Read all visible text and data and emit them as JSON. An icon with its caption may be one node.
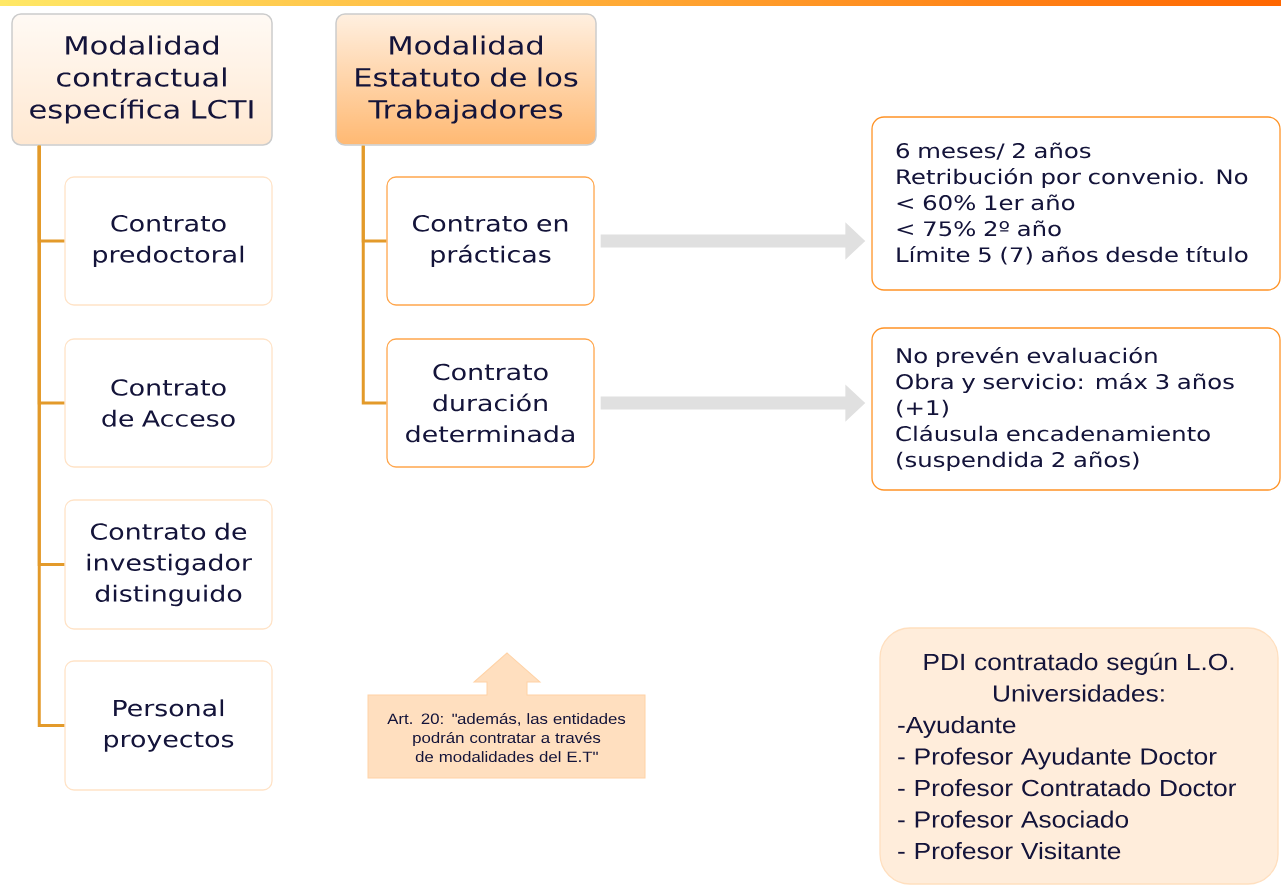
{
  "diagram": {
    "nodes": [
      {
        "text": [
          "Modalidad contractual específica LCTI"
        ]
      },
      {
        "text": [
          "Modalidad Estatuto de los Trabajadores"
        ]
      },
      {
        "text": [
          "Contrato predoctoral"
        ]
      },
      {
        "text": [
          "Contrato de Acceso"
        ]
      },
      {
        "text": [
          "Contrato de investigador distinguido"
        ]
      },
      {
        "text": [
          "Personal proyectos"
        ]
      },
      {
        "text": [
          "Contrato en prácticas"
        ]
      },
      {
        "text": [
          "Contrato duración determinada"
        ]
      },
      {
        "text": [
          "6 meses/ 2 años",
          "Retribución por convenio. No < 60% 1er año",
          "< 75% 2º año",
          "Límite 5 (7) años desde título"
        ]
      },
      {
        "text": [
          "No prevén evaluación",
          "Obra y servicio: máx 3 años (+1)",
          "Cláusula encadenamiento (suspendida 2 años)"
        ]
      },
      {
        "text": [
          "Art. 20: \"además, las entidades podrán contratar a través de modalidades del E.T\""
        ]
      },
      {
        "text": [
          "PDI contratado según L.O. Universidades:",
          "-Ayudante",
          "- Profesor Ayudante Doctor",
          "- Profesor Contratado Doctor",
          "- Profesor Asociado",
          "- Profesor Visitante"
        ]
      }
    ],
    "edges": [
      {
        "from": 0,
        "to": 2,
        "arrow": "none"
      },
      {
        "from": 0,
        "to": 3,
        "arrow": "none"
      },
      {
        "from": 0,
        "to": 4,
        "arrow": "none"
      },
      {
        "from": 0,
        "to": 5,
        "arrow": "none"
      },
      {
        "from": 1,
        "to": 6,
        "arrow": "none"
      },
      {
        "from": 1,
        "to": 7,
        "arrow": "none"
      },
      {
        "from": 6,
        "to": 8,
        "arrow": "to",
        "style": "thick",
        "color": "#e0e0e0"
      },
      {
        "from": 7,
        "to": 9,
        "arrow": "to",
        "style": "thick",
        "color": "#e0e0e0"
      }
    ]
  }
}
